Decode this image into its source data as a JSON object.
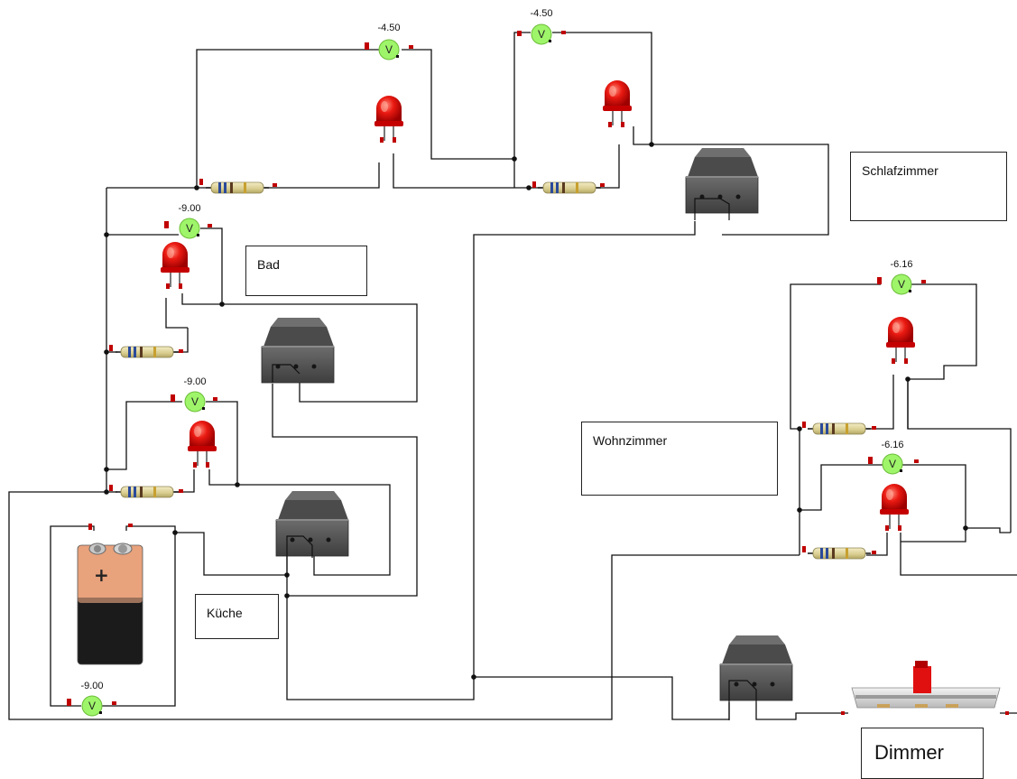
{
  "rooms": {
    "schlafzimmer": "Schlafzimmer",
    "bad": "Bad",
    "wohnzimmer": "Wohnzimmer",
    "kueche": "Küche",
    "dimmer": "Dimmer"
  },
  "meters": {
    "top_left": "-4.50",
    "top_right": "-4.50",
    "bad": "-9.00",
    "kueche": "-9.00",
    "wohn_upper": "-6.16",
    "wohn_lower": "-6.16",
    "battery": "-9.00"
  },
  "voltmeter_symbol": "V",
  "battery_plus": "+",
  "colors": {
    "wire": "#111111",
    "led": "#e01010",
    "voltmeter": "#9ff56a",
    "terminal": "#c00000",
    "switch": "#5a5a5a",
    "battery_top": "#e8a27c",
    "battery_bottom": "#1a1a1a"
  }
}
